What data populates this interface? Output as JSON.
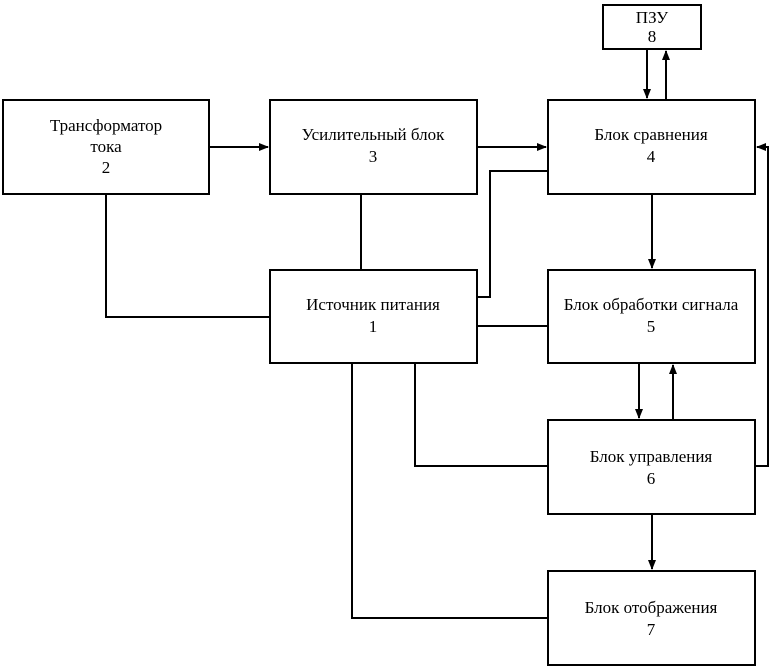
{
  "blocks": {
    "transformer": {
      "label_line1": "Трансформатор",
      "label_line2": "тока",
      "number": "2"
    },
    "amplifier": {
      "label": "Усилительный блок",
      "number": "3"
    },
    "power": {
      "label": "Источник питания",
      "number": "1"
    },
    "comparison": {
      "label": "Блок сравнения",
      "number": "4"
    },
    "rom": {
      "label": "ПЗУ",
      "number": "8"
    },
    "processing": {
      "label": "Блок обработки сигнала",
      "number": "5"
    },
    "control": {
      "label": "Блок управления",
      "number": "6"
    },
    "display": {
      "label": "Блок отображения",
      "number": "7"
    }
  },
  "colors": {
    "stroke": "#000000",
    "background": "#ffffff"
  }
}
